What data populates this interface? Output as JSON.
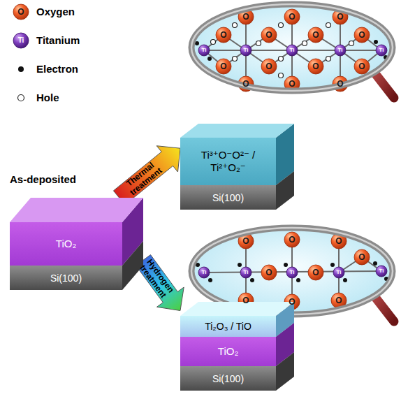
{
  "diagram": {
    "nodes": [
      {
        "text": [
          "As-deposited",
          "TiO₂"
        ]
      },
      {
        "text": [
          "Si(100)"
        ]
      },
      {
        "text": [
          "Ti³⁺O⁻O²⁻ / Ti²⁺O₂⁻"
        ]
      },
      {
        "text": [
          "Si(100)"
        ]
      },
      {
        "text": [
          "Ti₂O₃ / TiO"
        ]
      },
      {
        "text": [
          "TiO₂"
        ]
      },
      {
        "text": [
          "Si(100)"
        ]
      }
    ],
    "edges": [
      {
        "from": 0,
        "to": 2,
        "arrow": "to",
        "label": "Thermal treatment"
      },
      {
        "from": 0,
        "to": 4,
        "arrow": "to",
        "label": "Hydrogen treatment"
      }
    ],
    "labels": [
      "O",
      "Ti",
      "O",
      "O",
      "O",
      "O",
      "O",
      "O",
      "O",
      "O",
      "O",
      "O",
      "O",
      "O",
      "O",
      "O",
      "Ti",
      "Ti",
      "Ti",
      "Ti",
      "Ti",
      "O",
      "O",
      "O",
      "O",
      "O",
      "O",
      "O",
      "O",
      "O",
      "Ti",
      "Ti",
      "Ti",
      "Ti",
      "Ti"
    ],
    "legend": [
      {
        "text": "Oxygen"
      },
      {
        "text": "Titanium"
      },
      {
        "text": "Electron"
      },
      {
        "text": "Hole"
      }
    ]
  }
}
